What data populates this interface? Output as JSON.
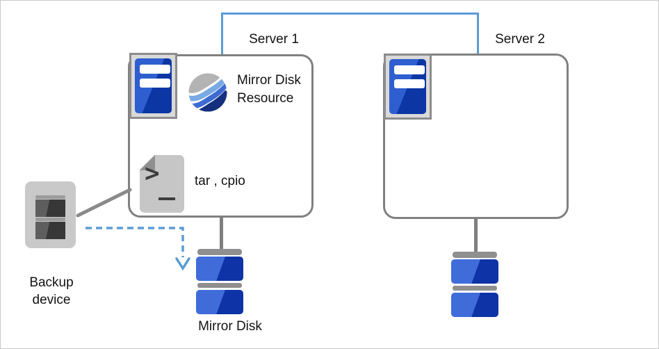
{
  "diagram": {
    "servers": {
      "server1": {
        "label": "Server 1"
      },
      "server2": {
        "label": "Server 2"
      }
    },
    "resource": {
      "label": "Mirror Disk Resource"
    },
    "script": {
      "label": "tar , cpio",
      "prompt_glyph": ">"
    },
    "backup": {
      "label": "Backup device"
    },
    "disk": {
      "label": "Mirror Disk"
    },
    "icons": {
      "server_icon": "server-tower",
      "mirror_disk_resource_icon": "blue-wave-globe",
      "script_icon": "shell-script-document",
      "backup_device_icon": "tape-drive",
      "mirror_disk_icon": "stacked-disk"
    },
    "colors": {
      "link_blue": "#5b9bd5",
      "border_gray": "#808080",
      "icon_frame_gray": "#d9d9d9",
      "server_blue_light": "#2e5ecf",
      "server_blue_dark": "#0b36a4",
      "disk_blue_light": "#3f6cd9",
      "disk_blue_dark": "#0e33a6",
      "swirl_gray": "#b3b3b3",
      "swirl_light_blue": "#7aaae4",
      "swirl_mid_blue": "#3e6bd3",
      "swirl_navy": "#14307f"
    }
  }
}
